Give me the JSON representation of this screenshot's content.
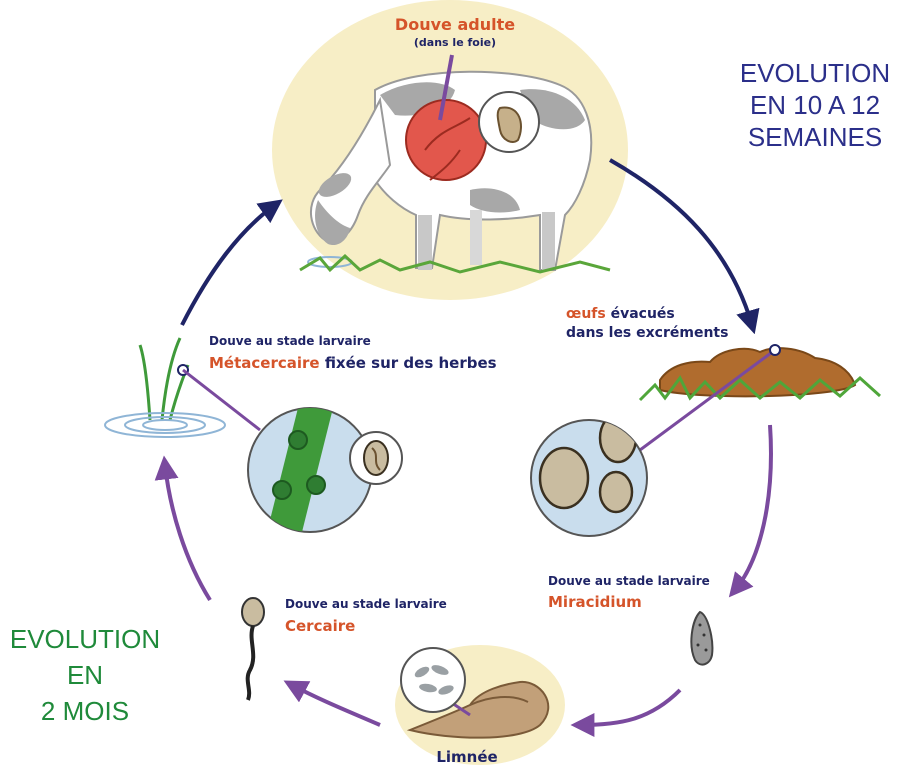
{
  "colors": {
    "navy": "#1f2466",
    "purple": "#7a4a9e",
    "orange": "#d5542a",
    "green": "#1f8a3a",
    "beige": "#f7eec6",
    "liver": "#e2574c",
    "lens": "#c9dded"
  },
  "stages": {
    "adult": {
      "title": "Douve adulte",
      "sub": "(dans le foie)"
    },
    "eggs": {
      "word1": "œufs",
      "word2": " évacués",
      "line2": "dans les excréments"
    },
    "miracidium": {
      "line1": "Douve au stade larvaire",
      "name": "Miracidium"
    },
    "snail": {
      "name": "Limnée"
    },
    "cercaire": {
      "line1": "Douve au stade larvaire",
      "name": "Cercaire"
    },
    "metacercaire": {
      "line1": "Douve au stade larvaire",
      "name": "Métacercaire",
      "rest": " fixée sur des herbes"
    }
  },
  "durations": {
    "host": {
      "lines": [
        "EVOLUTION",
        "EN 10 A 12",
        "SEMAINES"
      ]
    },
    "snail": {
      "lines": [
        "EVOLUTION",
        "EN",
        "2 MOIS"
      ]
    }
  },
  "icons": [
    "cow-icon",
    "liver-icon",
    "fluke-icon",
    "dung-icon",
    "egg-icon",
    "miracidium-icon",
    "snail-icon",
    "cercaria-icon",
    "grass-icon",
    "water-icon"
  ]
}
